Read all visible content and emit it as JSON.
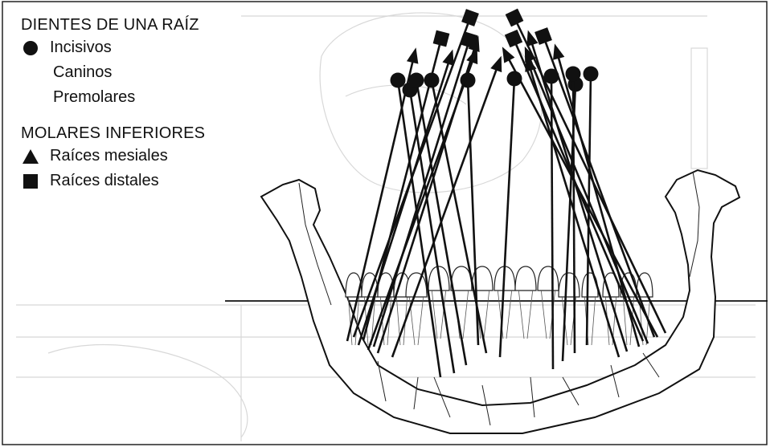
{
  "legend": {
    "group1_title": "DIENTES DE UNA RAÍZ",
    "group1_items": [
      "Incisivos",
      "Caninos",
      "Premolares"
    ],
    "group2_title": "MOLARES INFERIORES",
    "group2_items": [
      "Raíces mesiales",
      "Raíces distales"
    ]
  },
  "symbols": {
    "single_root": "filled-circle",
    "mesial_root": "filled-triangle",
    "distal_root": "filled-square"
  },
  "colors": {
    "ink": "#111111",
    "faint_background": "#dcdcdc",
    "paper": "#ffffff"
  }
}
